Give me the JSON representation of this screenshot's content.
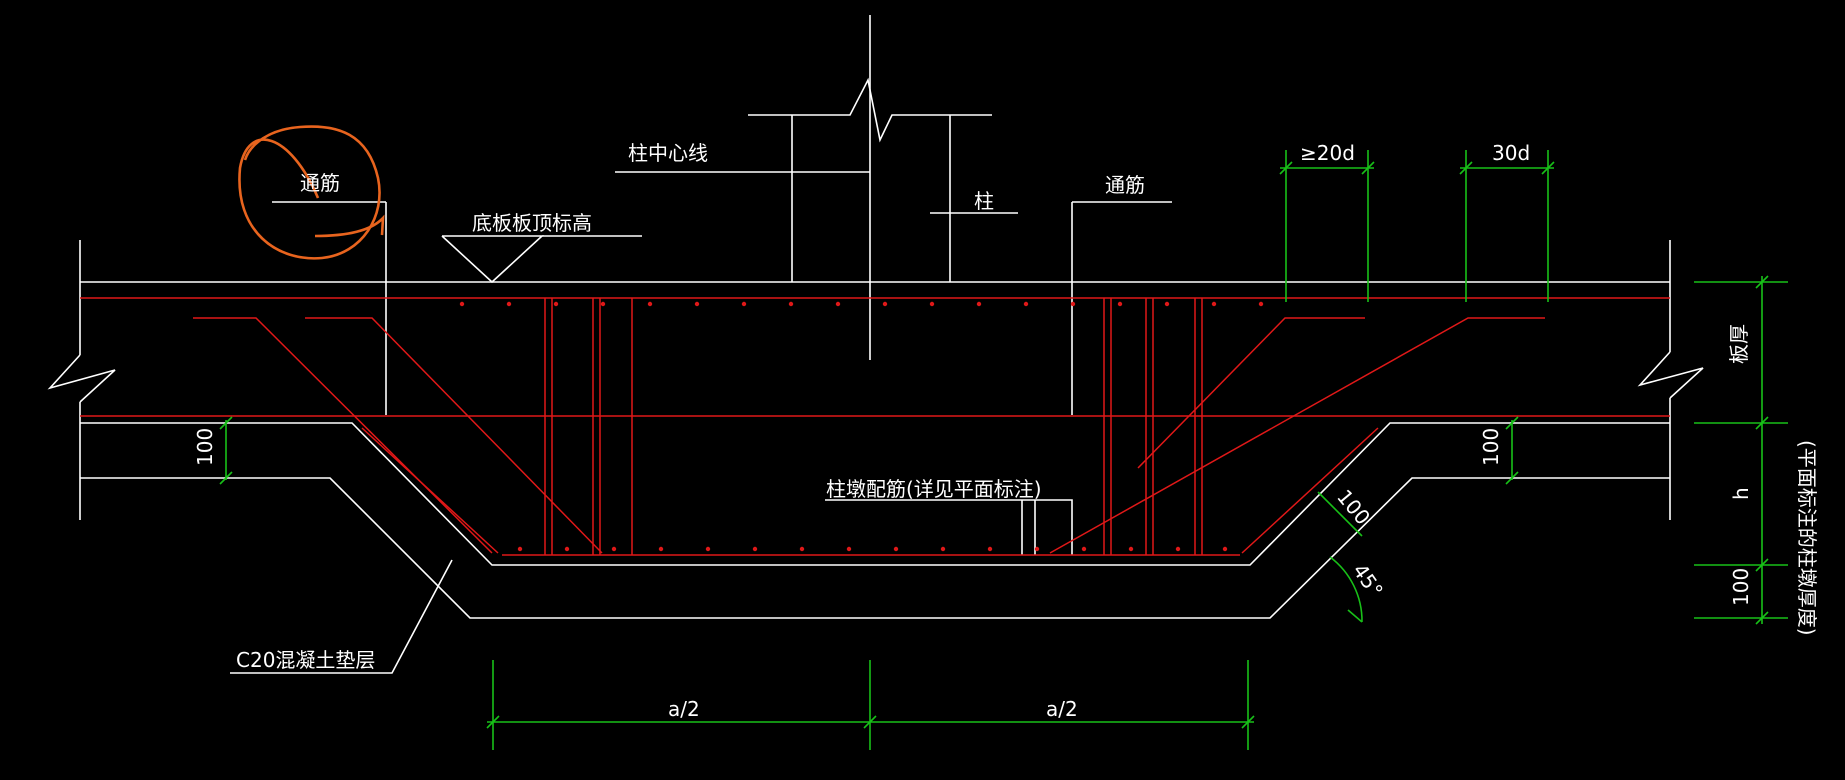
{
  "labels": {
    "through_bar_left": "通筋",
    "through_bar_right": "通筋",
    "column_centerline": "柱中心线",
    "base_slab_top_elevation": "底板板顶标高",
    "column": "柱",
    "column_cap_reinforcement": "柱墩配筋(详见平面标注)",
    "c20_cushion": "C20混凝土垫层",
    "dim_min_20d": "≥20d",
    "dim_30d": "30d",
    "slab_thickness": "板厚",
    "h": "h",
    "dim_100_left": "100",
    "dim_100_right": "100",
    "dim_100_slope": "100",
    "dim_100_bottom": "100",
    "angle_45": "45°",
    "half_a_left": "a/2",
    "half_a_right": "a/2",
    "plan_note": "(平面标注的柱墩厚度)"
  },
  "colors": {
    "background": "#000000",
    "outline": "#ffffff",
    "rebar": "#e01818",
    "dimension": "#18c018",
    "highlight": "#e8641e"
  }
}
